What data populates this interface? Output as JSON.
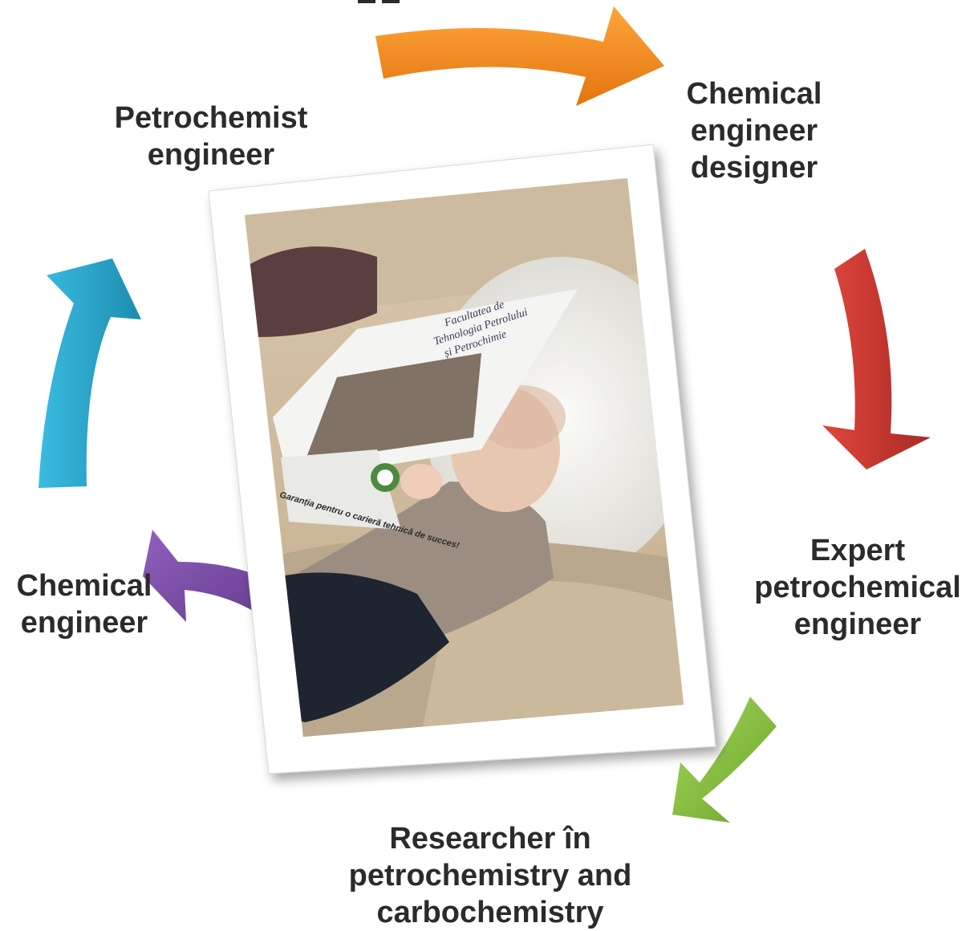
{
  "stages": [
    {
      "id": "chemical-engineer-designer",
      "lines": [
        "Chemical",
        "engineer",
        "designer"
      ],
      "arrow_color": "#c0392b"
    },
    {
      "id": "expert-petrochemical-engineer",
      "lines": [
        "Expert",
        "petrochemical",
        "engineer"
      ],
      "arrow_color": "#8cc63f"
    },
    {
      "id": "researcher",
      "lines": [
        "Researcher în",
        "petrochemistry and",
        "carbochemistry"
      ],
      "arrow_color": "#7b4ea3"
    },
    {
      "id": "chemical-engineer",
      "lines": [
        "Chemical",
        "engineer"
      ],
      "arrow_color": "#2fa6c9"
    },
    {
      "id": "petrochemist-engineer",
      "lines": [
        "Petrochemist",
        "engineer"
      ],
      "arrow_color": "#f08a1e"
    }
  ],
  "photo": {
    "description_icon": "baby-holding-brochure-photo",
    "brochure_heading": [
      "Facultatea de",
      "Tehnologia Petrolului",
      "și Petrochimie"
    ],
    "brochure_footer": "Garanția pentru o carieră tehnică de succes!"
  }
}
